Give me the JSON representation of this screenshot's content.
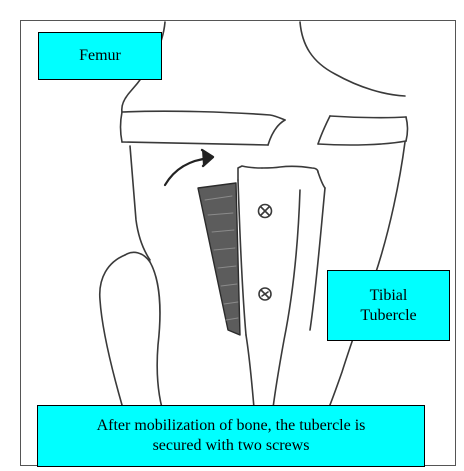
{
  "labels": {
    "femur": "Femur",
    "tibial_line1": "Tibial",
    "tibial_line2": "Tubercle"
  },
  "caption": {
    "line1": "After mobilization of bone, the tubercle is",
    "line2": "secured with two screws"
  },
  "colors": {
    "label_fill": "#00ffff",
    "label_border": "#000000",
    "pencil": "#3a3a3a",
    "bone_shading": "#5c5c5c"
  },
  "icons": {
    "arrow": "curved-arrow-icon",
    "screw": "screw-head-icon"
  }
}
